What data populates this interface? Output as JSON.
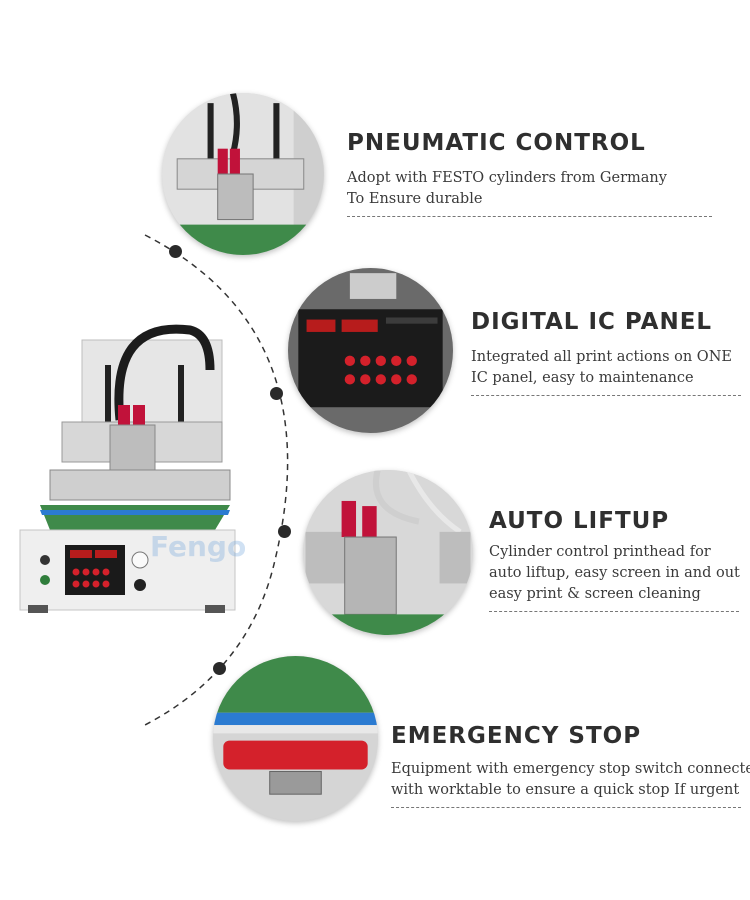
{
  "features": [
    {
      "title": "PNEUMATIC CONTROL",
      "lines": [
        "Adopt with FESTO cylinders from Germany",
        "To Ensure durable"
      ],
      "image": "pneumatic-cylinders-closeup"
    },
    {
      "title": "DIGITAL IC PANEL",
      "lines": [
        "Integrated all print actions on ONE",
        "IC panel, easy to maintenance"
      ],
      "image": "digital-control-panel-closeup"
    },
    {
      "title": "AUTO LIFTUP",
      "lines": [
        "Cylinder control printhead for",
        "auto liftup, easy screen in and out",
        "easy print & screen cleaning"
      ],
      "image": "printhead-cylinder-closeup"
    },
    {
      "title": "EMERGENCY STOP",
      "lines": [
        "Equipment with emergency stop switch connected",
        "with worktable to ensure a quick stop If urgent"
      ],
      "image": "emergency-stop-bar-closeup"
    }
  ],
  "machine_image": "screen-printing-machine",
  "colors": {
    "title": "#2f2f2f",
    "text": "#3a3a3a",
    "dot": "#2a2a2a",
    "accent_red": "#d4212b",
    "accent_blue": "#2b7bd1",
    "accent_green": "#3f8a4a"
  }
}
